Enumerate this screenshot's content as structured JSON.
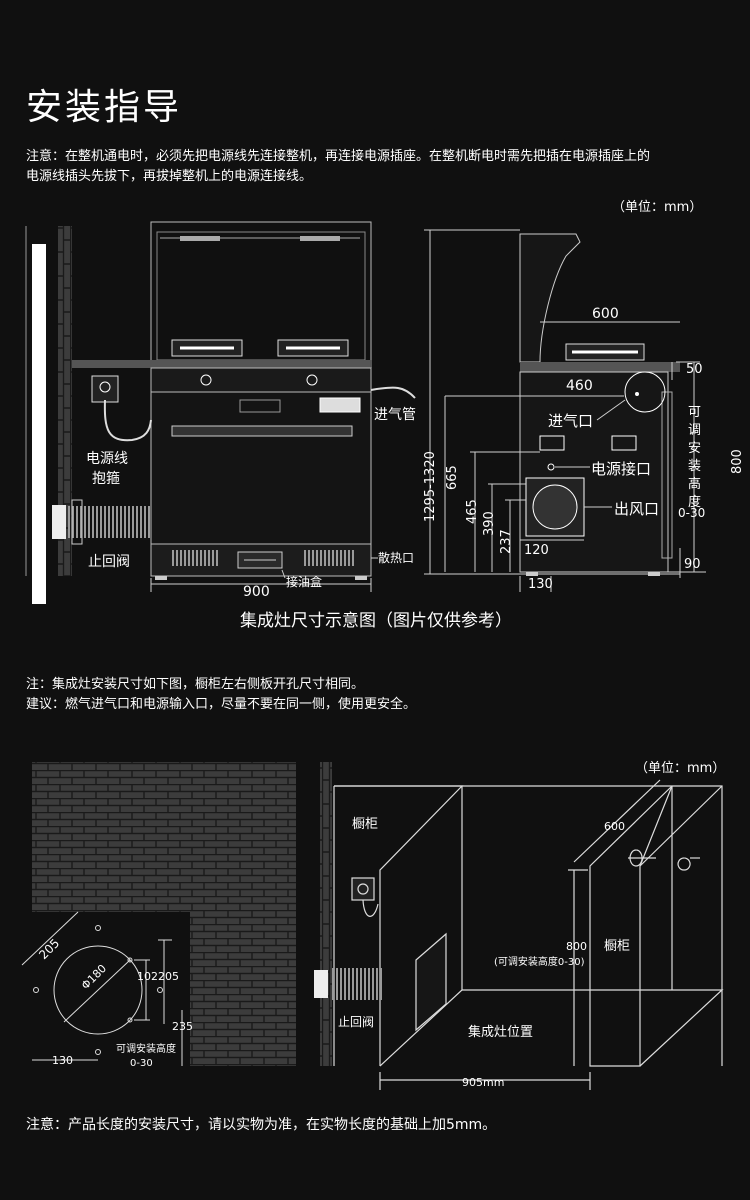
{
  "title": "安装指导",
  "note_top_1": "注意：在整机通电时，必须先把电源线先连接整机，再连接电源插座。在整机断电时需先把插在电源插座上的",
  "note_top_2": "电源线插头先拔下，再拔掉整机上的电源连接线。",
  "unit_1": "（单位：mm）",
  "unit_2": "（单位：mm）",
  "caption": "集成灶尺寸示意图（图片仅供参考）",
  "note_mid_1": "注：集成灶安装尺寸如下图，橱柜左右侧板开孔尺寸相同。",
  "note_mid_2": "建议：燃气进气口和电源输入口，尽量不要在同一侧，使用更安全。",
  "note_bottom": "注意：产品长度的安装尺寸，请以实物为准，在实物长度的基础上加5mm。",
  "front_labels": {
    "power_cord": "电源线",
    "clamp": "抱箍",
    "check_valve": "止回阀",
    "intake_pipe": "进气管",
    "vent": "散热口",
    "oil_box": "接油盒",
    "width": "900",
    "height_range": "1295-1320"
  },
  "side_labels": {
    "d600": "600",
    "d50": "50",
    "d460": "460",
    "gas_inlet": "进气口",
    "power_port": "电源接口",
    "outlet": "出风口",
    "d665": "665",
    "d465": "465",
    "d390": "390",
    "d237": "237",
    "d120": "120",
    "d130": "130",
    "d90": "90",
    "d800": "800",
    "adjust_lines": [
      "可",
      "调",
      "安",
      "装",
      "高",
      "度"
    ],
    "adjust_range": "0-30"
  },
  "wall_labels": {
    "d205a": "205",
    "phi180": "Φ180",
    "d102": "102",
    "d205b": "205",
    "d235": "235",
    "adjust": "可调安装高度",
    "adjust_range": "0-30",
    "d130": "130"
  },
  "cabinet_labels": {
    "cabinet_left": "橱柜",
    "cabinet_right": "橱柜",
    "d600": "600",
    "d800": "800",
    "adjust": "(可调安装高度0-30)",
    "check_valve": "止回阀",
    "stove_position": "集成灶位置",
    "d905": "905mm"
  }
}
